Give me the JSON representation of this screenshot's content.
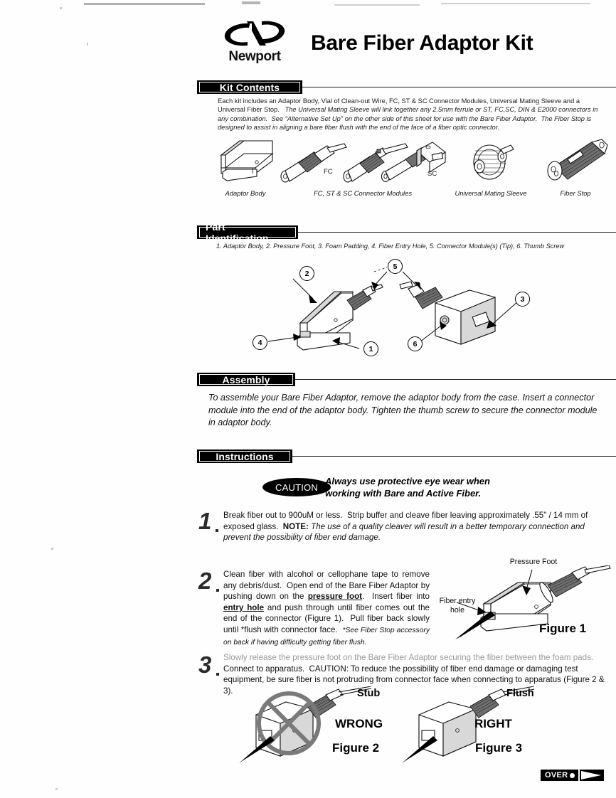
{
  "header": {
    "brand": "Newport",
    "logo_icon": "newport-logo-mark",
    "title": "Bare Fiber Adaptor Kit"
  },
  "sections": {
    "kit_contents": {
      "heading": "Kit Contents",
      "paragraph": "Each kit includes an Adaptor Body, Vial of Clean-out Wire, FC, ST & SC Connector Modules, Universal Mating Sleeve and a Universal Fiber Stop.  The Universal Mating Sleeve will link together any 2.5mm ferrule or ST, FC,SC, DIN & E2000 connectors in any combination.  See \"Alternative Set Up\" on the other side of this sheet for use with the Bare Fiber Adaptor.  The Fiber Stop is designed to assist in aligning a bare fiber flush with the end of the face of a fiber optic connector.",
      "components": [
        {
          "name": "adaptor-body",
          "caption": "Adaptor Body"
        },
        {
          "name": "connector-modules",
          "caption": "FC, ST & SC Connector Modules"
        },
        {
          "name": "universal-mating-sleeve",
          "caption": "Universal Mating Sleeve"
        },
        {
          "name": "fiber-stop",
          "caption": "Fiber Stop"
        }
      ],
      "connector_abbrs": [
        "FC",
        "ST",
        "SC"
      ]
    },
    "part_identification": {
      "heading": "Part Identification",
      "legend": "1. Adaptor Body, 2. Pressure Foot, 3. Foam Padding, 4. Fiber Entry Hole, 5. Connector Module(s) (Tip), 6. Thumb Screw",
      "callouts": [
        "1",
        "2",
        "3",
        "4",
        "5",
        "6"
      ]
    },
    "assembly": {
      "heading": "Assembly",
      "paragraph": "To assemble your Bare Fiber Adaptor, remove the adaptor body from the case.  Insert a connector module into the end of the adaptor body.  Tighten the thumb screw to secure the connector module in adaptor body."
    },
    "instructions": {
      "heading": "Instructions",
      "caution": {
        "badge": "CAUTION",
        "line1": "Always use protective eye wear when",
        "line2": "working with Bare and Active Fiber."
      },
      "steps": [
        {
          "number": "1",
          "text_plain": "Break fiber out to 900uM or less.  Strip buffer and cleave fiber leaving approximately .55\" / 14 mm of exposed glass.  NOTE: The use of a quality cleaver will result in a better temporary connection and prevent the possibility of fiber end damage."
        },
        {
          "number": "2",
          "text_plain": "Clean fiber with alcohol or cellophane tape to remove any debris/dust.  Open end of the Bare Fiber Adaptor by pushing down on the pressure foot.  Insert fiber into entry hole and push through until fiber comes out the end of the connector (Figure 1).  Pull fiber back slowly until *flush with connector face.  *See Fiber Stop accessory on back if having difficulty getting fiber flush."
        },
        {
          "number": "3",
          "text_plain": "Slowly release the pressure foot on the Bare Fiber Adaptor securing the fiber between the foam pads.  Connect to apparatus.  CAUTION: To reduce the possibility of fiber end damage or damaging test equipment, be sure fiber is not protruding from connector face when connecting to apparatus (Figure 2 & 3)."
        }
      ]
    }
  },
  "figures": {
    "figure1": {
      "caption": "Figure 1",
      "label_pressure_foot": "Pressure Foot",
      "label_fiber_entry_hole": "Fiber entry\nhole"
    },
    "figure2": {
      "caption": "Figure 2",
      "verdict": "WRONG",
      "condition": "Stub"
    },
    "figure3": {
      "caption": "Figure 3",
      "verdict": "RIGHT",
      "condition": "Flush"
    }
  },
  "footer": {
    "over_label": "OVER",
    "over_arrow_icon": "triangle-right-icon"
  },
  "colors": {
    "ink": "#000000",
    "paper": "#ffffff",
    "faded_ink": "#9a9a9a"
  }
}
